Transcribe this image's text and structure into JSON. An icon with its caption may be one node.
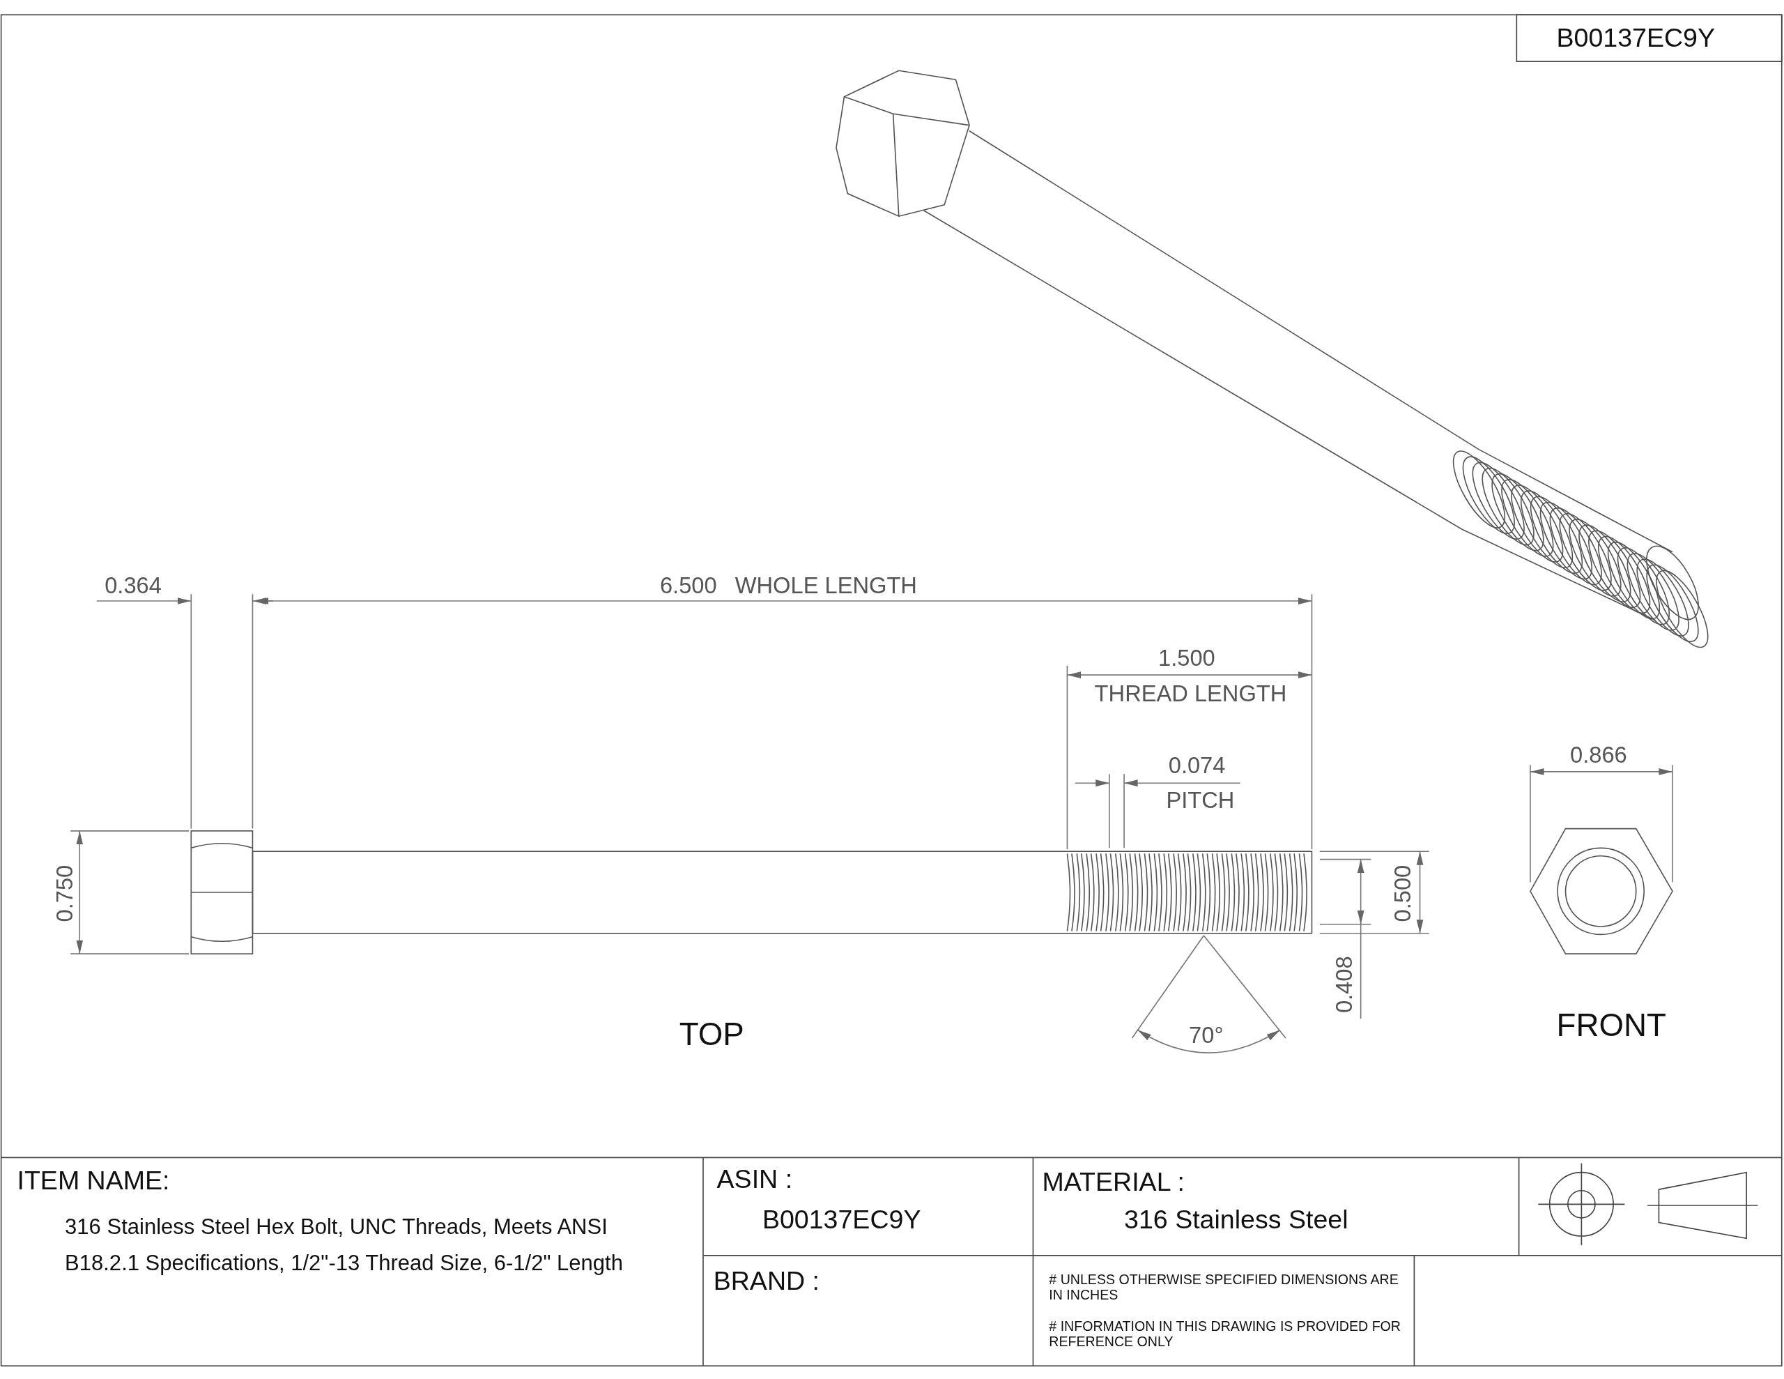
{
  "diagram": {
    "labels": [
      "B00137EC9Y",
      "0.364",
      "6.500",
      "WHOLE LENGTH",
      "1.500",
      "THREAD LENGTH",
      "0.074",
      "PITCH",
      "0.866",
      "0.750",
      "0.500",
      "0.408",
      "TOP",
      "70°",
      "FRONT",
      "ITEM NAME:",
      "316 Stainless Steel Hex Bolt, UNC Threads, Meets ANSI B18.2.1 Specifications, 1/2\"-13 Thread Size, 6-1/2\" Length",
      "ASIN :",
      "B00137EC9Y",
      "MATERIAL :",
      "316 Stainless Steel",
      "BRAND :",
      "# UNLESS OTHERWISE SPECIFIED DIMENSIONS ARE IN INCHES",
      "# INFORMATION IN THIS DRAWING IS PROVIDED FOR REFERENCE ONLY"
    ]
  }
}
